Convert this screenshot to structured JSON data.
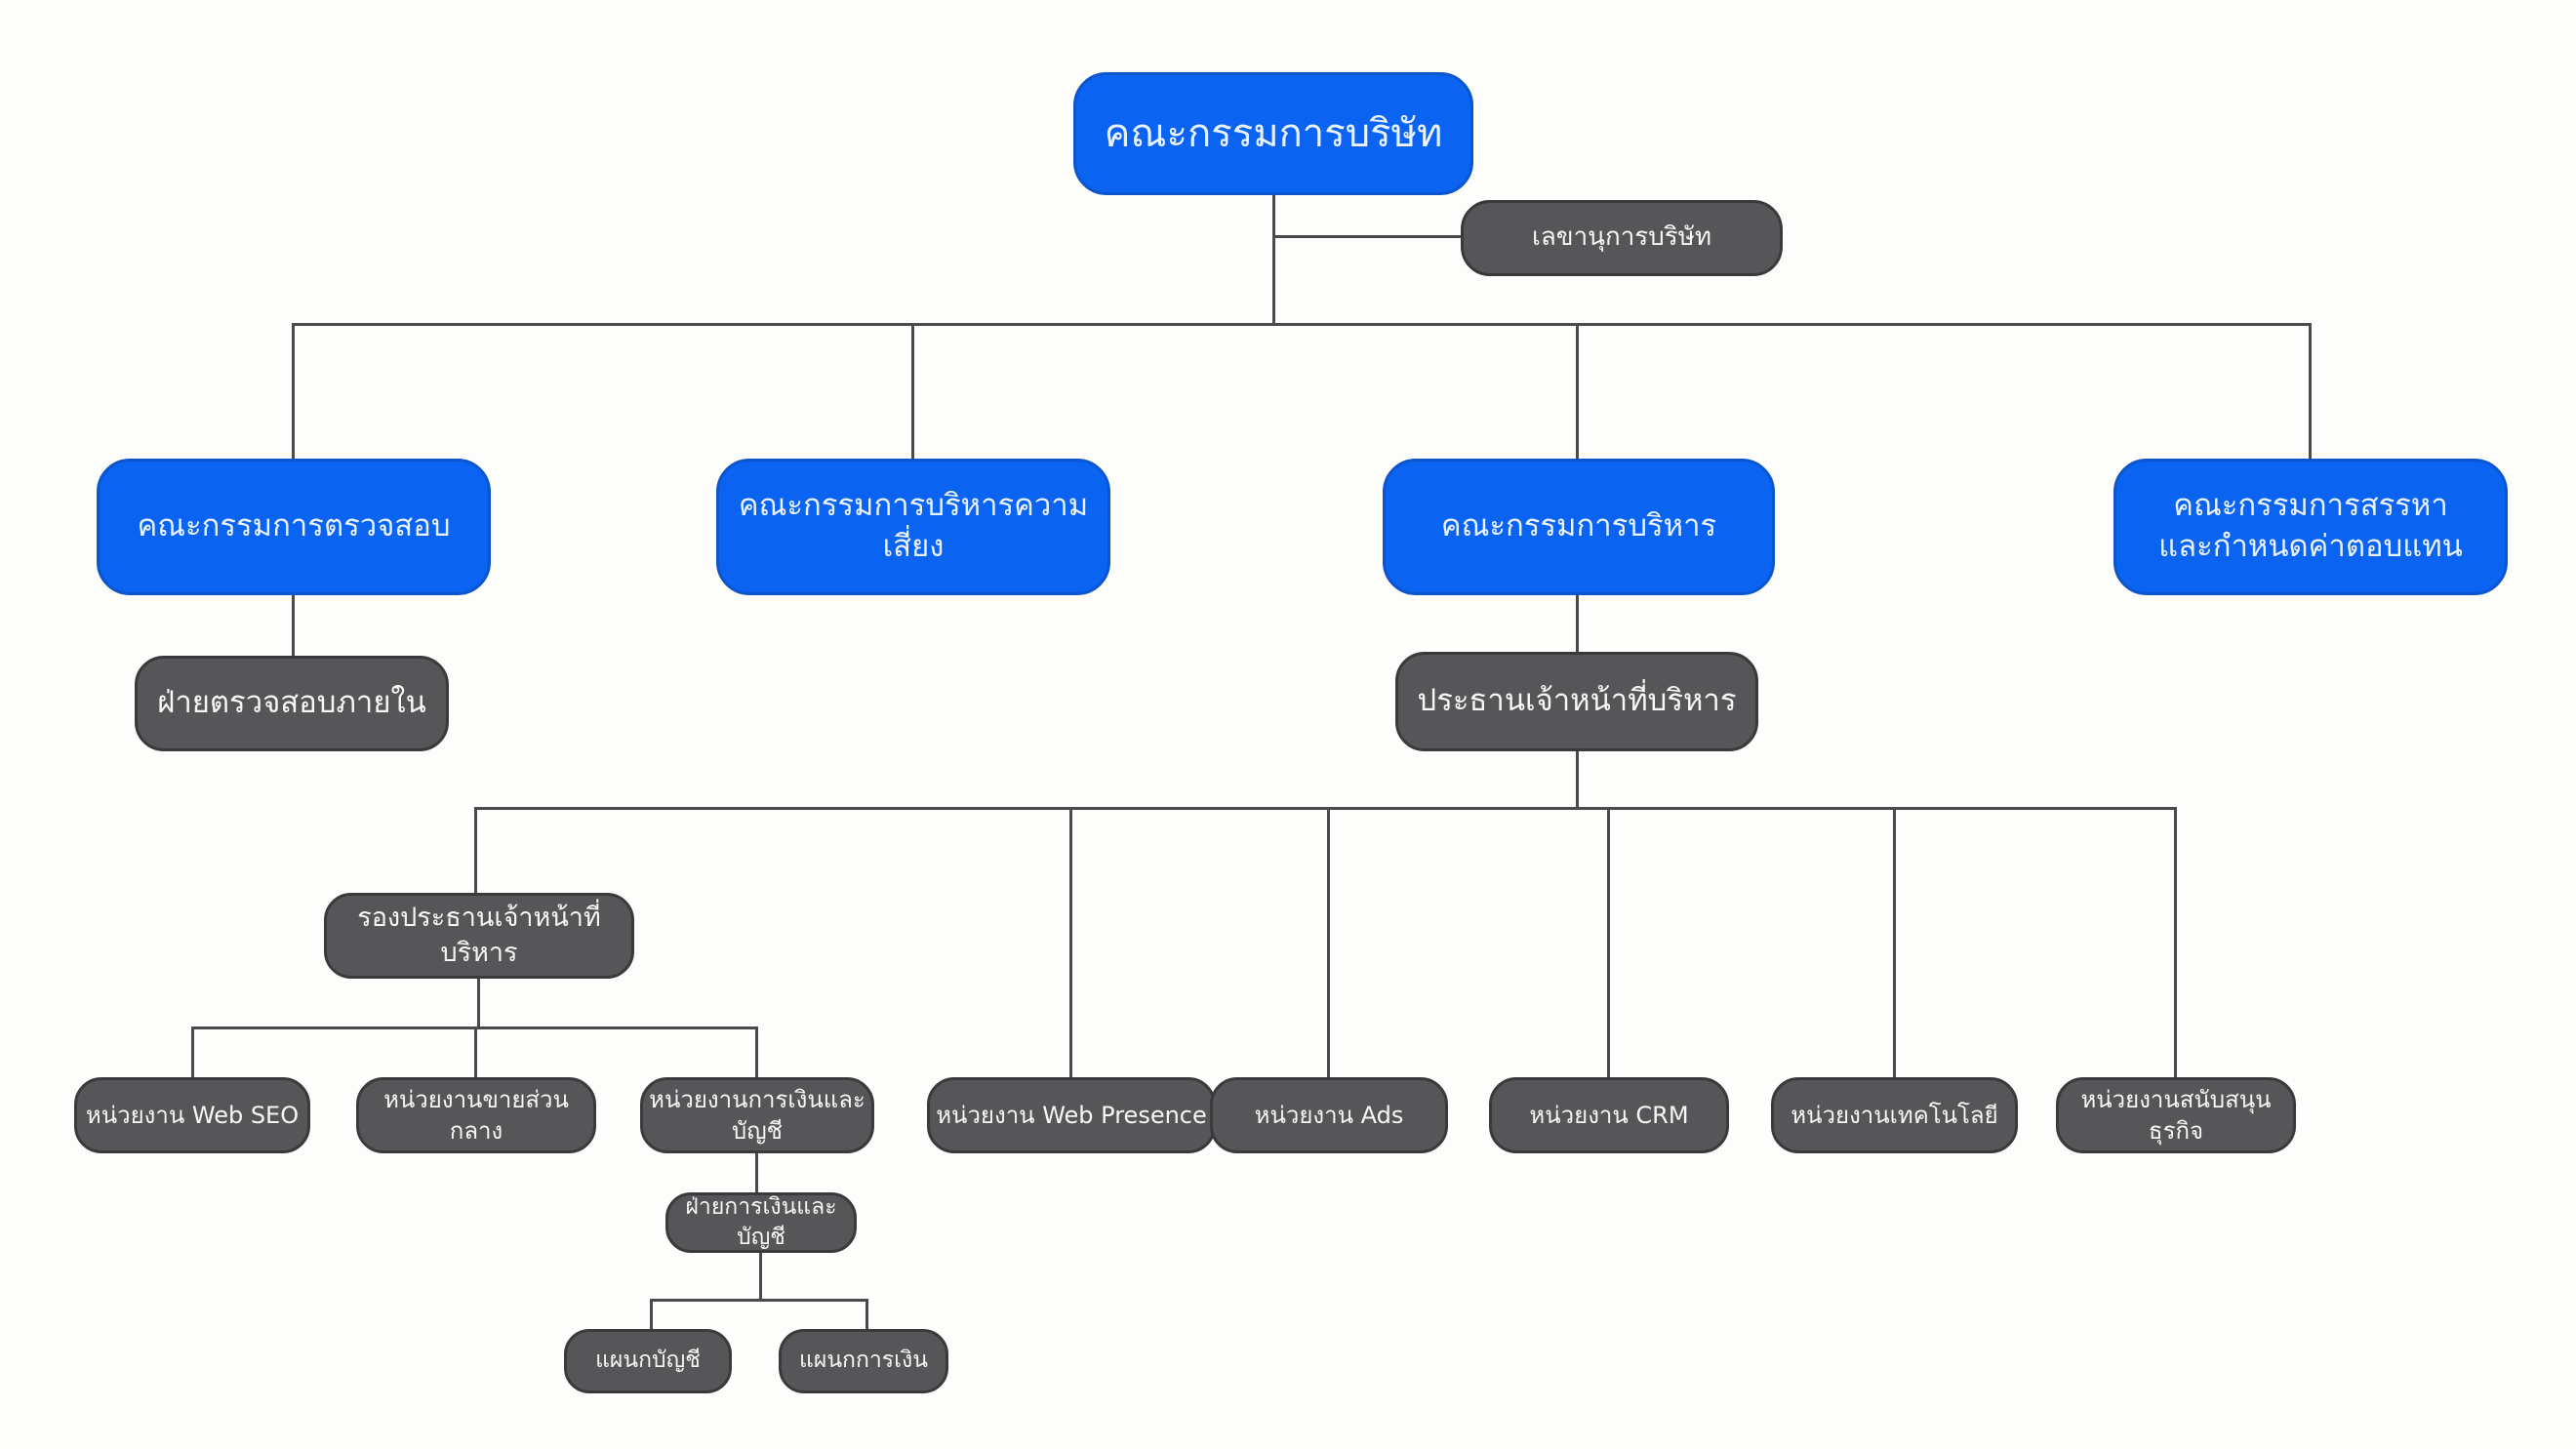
{
  "colors": {
    "committee_fill": "#0a63f1",
    "committee_border": "#0b55cd",
    "unit_fill": "#565659",
    "unit_border": "#3a3a3c",
    "connector_line": "#4a4a4a",
    "canvas_background": "#fdfdfb",
    "text": "#ffffff"
  },
  "nodes": {
    "board": {
      "label": "คณะกรรมการบริษัท"
    },
    "secretary": {
      "label": "เลขานุการบริษัท"
    },
    "audit_committee": {
      "label": "คณะกรรมการตรวจสอบ"
    },
    "risk_committee": {
      "label": "คณะกรรมการบริหารความเสี่ยง"
    },
    "executive_committee": {
      "label": "คณะกรรมการบริหาร"
    },
    "nomination_committee": {
      "label": "คณะกรรมการสรรหา\nและกำหนดค่าตอบแทน"
    },
    "internal_audit": {
      "label": "ฝ่ายตรวจสอบภายใน"
    },
    "ceo": {
      "label": "ประธานเจ้าหน้าที่บริหาร"
    },
    "deputy_ceo": {
      "label": "รองประธานเจ้าหน้าที่บริหาร"
    },
    "unit_web_seo": {
      "label": "หน่วยงาน Web SEO"
    },
    "unit_central_sales": {
      "label": "หน่วยงานขายส่วนกลาง"
    },
    "unit_finance_accounting": {
      "label": "หน่วยงานการเงินและบัญชี"
    },
    "unit_web_presence": {
      "label": "หน่วยงาน Web Presence"
    },
    "unit_ads": {
      "label": "หน่วยงาน Ads"
    },
    "unit_crm": {
      "label": "หน่วยงาน CRM"
    },
    "unit_technology": {
      "label": "หน่วยงานเทคโนโลยี"
    },
    "unit_business_support": {
      "label": "หน่วยงานสนับสนุนธุรกิจ"
    },
    "finance_accounting_dept": {
      "label": "ฝ่ายการเงินและบัญชี"
    },
    "accounting_section": {
      "label": "แผนกบัญชี"
    },
    "finance_section": {
      "label": "แผนกการเงิน"
    }
  }
}
